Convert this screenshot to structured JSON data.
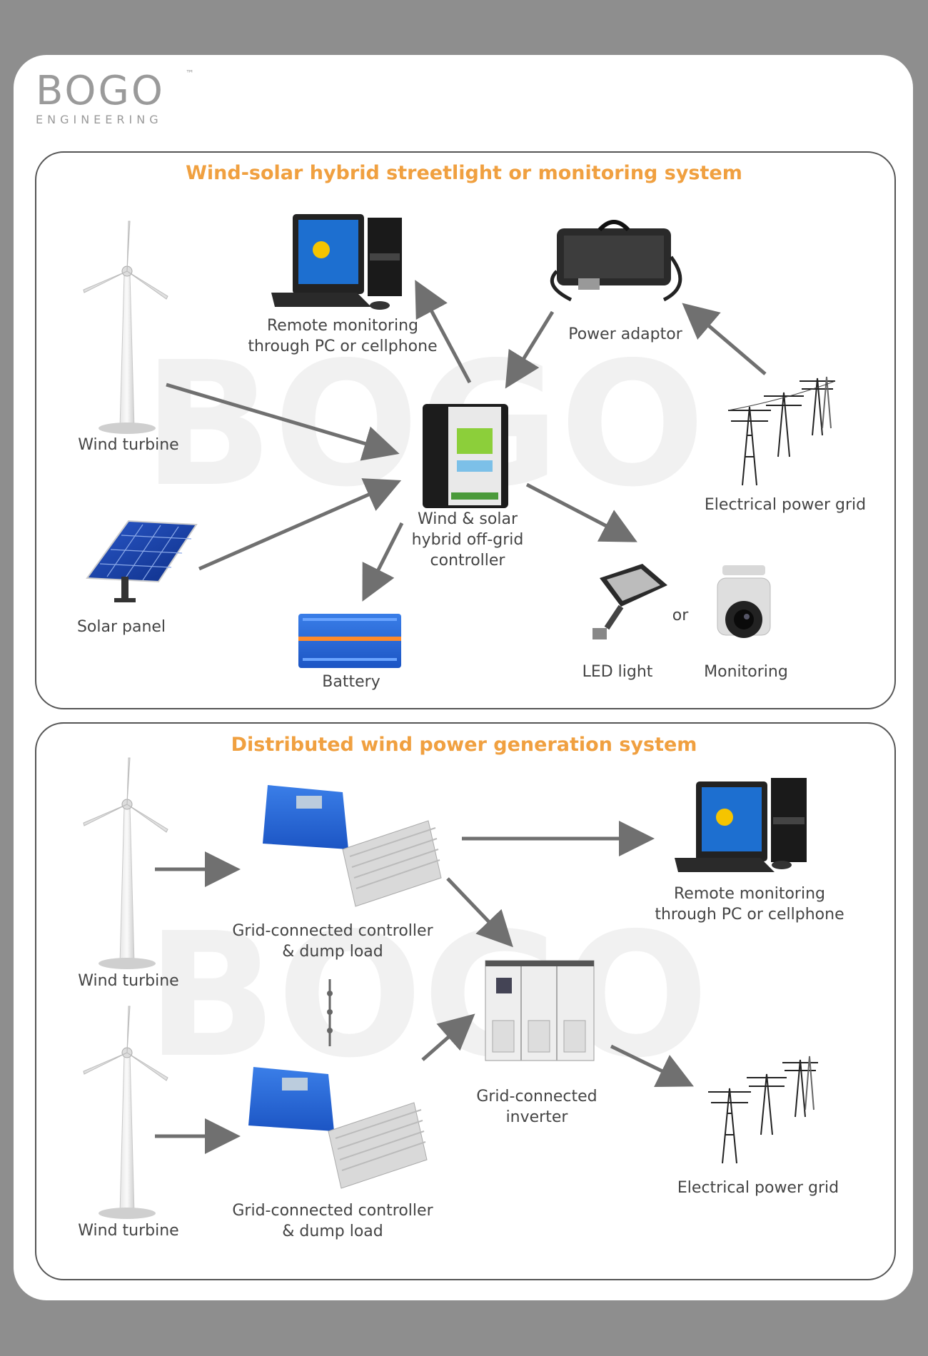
{
  "brand": {
    "name": "BOGO",
    "sub": "ENGINEERING",
    "tm": "™"
  },
  "panel1": {
    "title": "Wind-solar hybrid streetlight or monitoring system",
    "labels": {
      "remote_line1": "Remote monitoring",
      "remote_line2": "through PC or cellphone",
      "power_adaptor": "Power adaptor",
      "wind_turbine": "Wind turbine",
      "controller_line1": "Wind & solar",
      "controller_line2": "hybrid off-grid",
      "controller_line3": "controller",
      "power_grid": "Electrical power grid",
      "solar_panel": "Solar panel",
      "battery": "Battery",
      "led_light": "LED light",
      "or": "or",
      "monitoring": "Monitoring"
    }
  },
  "panel2": {
    "title": "Distributed wind power generation system",
    "labels": {
      "wind_turbine_1": "Wind turbine",
      "wind_turbine_2": "Wind turbine",
      "gc_controller_1_line1": "Grid-connected controller",
      "gc_controller_1_line2": "& dump load",
      "gc_controller_2_line1": "Grid-connected controller",
      "gc_controller_2_line2": "& dump load",
      "remote_line1": "Remote monitoring",
      "remote_line2": "through PC or cellphone",
      "inverter_line1": "Grid-connected",
      "inverter_line2": "inverter",
      "power_grid": "Electrical power grid"
    }
  },
  "colors": {
    "title": "#f0a040",
    "arrow": "#707070",
    "text": "#444444"
  }
}
